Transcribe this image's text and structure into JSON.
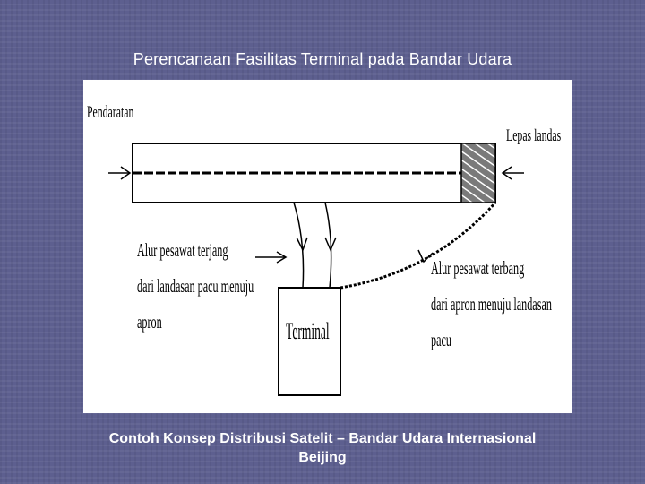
{
  "slide": {
    "title": "Perencanaan Fasilitas Terminal pada Bandar Udara",
    "caption_line1": "Contoh Konsep Distribusi Satelit – Bandar Udara Internasional",
    "caption_line2": "Beijing"
  },
  "diagram": {
    "landing_label": "Pendaratan",
    "takeoff_label": "Lepas landas",
    "inbound_line1": "Alur pesawat terjang",
    "inbound_line2": "dari landasan pacu menuju",
    "inbound_line3": "apron",
    "terminal_label": "Terminal",
    "outbound_line1": "Alur pesawat terbang",
    "outbound_line2": "dari apron menuju landasan",
    "outbound_line3": "pacu",
    "colors": {
      "slide_background": "#5d5f8f",
      "panel": "#ffffff",
      "ink": "#000000",
      "runway_end_fill": "#7a7a7a"
    }
  }
}
